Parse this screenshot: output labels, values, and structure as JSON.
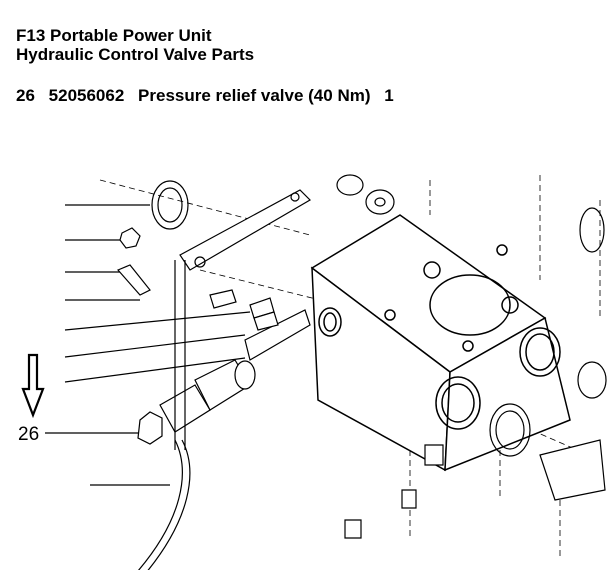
{
  "header": {
    "title_line1": "F13 Portable Power Unit",
    "title_line2": "Hydraulic Control Valve Parts"
  },
  "part": {
    "item_number": "26",
    "part_number": "52056062",
    "description": "Pressure relief valve (40 Nm)",
    "quantity": "1"
  },
  "diagram": {
    "callout_label": "26",
    "indicator": "down-arrow-icon"
  }
}
